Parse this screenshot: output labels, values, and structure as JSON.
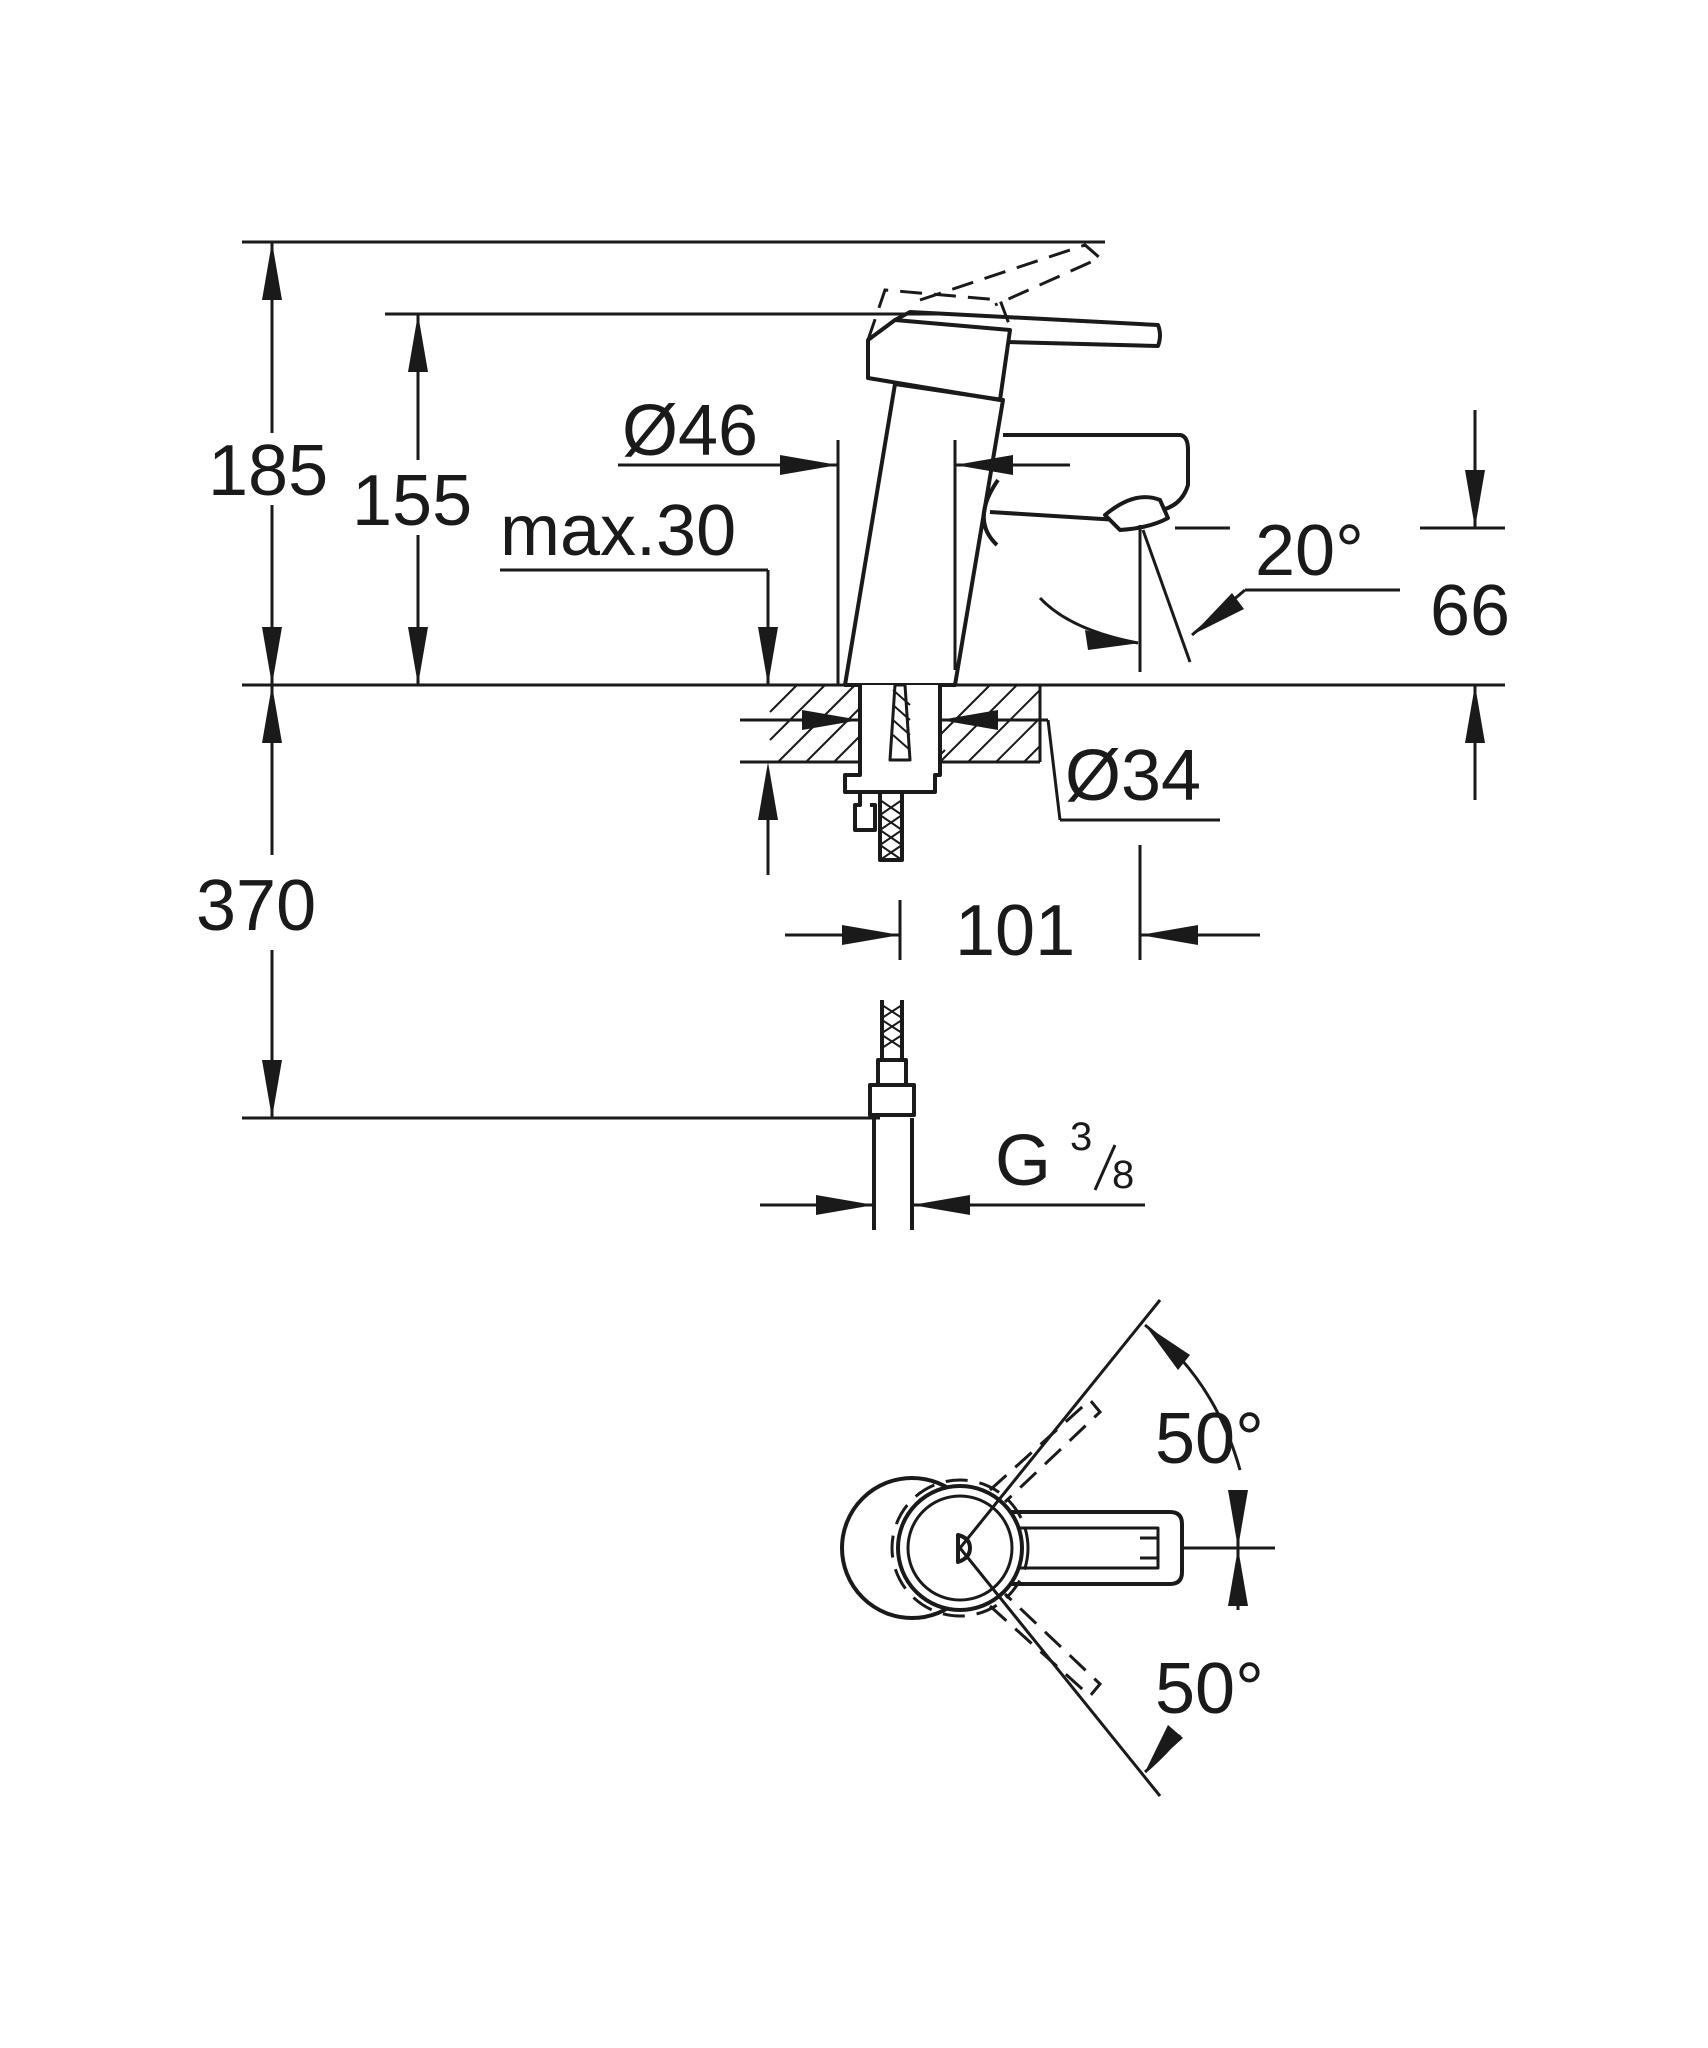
{
  "dimensions": {
    "total_height": "185",
    "spout_height": "155",
    "max_thickness": "max.30",
    "body_diameter": "Ø46",
    "handle_angle": "20°",
    "outlet_height": "66",
    "hole_diameter": "Ø34",
    "hose_length": "370",
    "projection": "101",
    "thread_prefix": "G",
    "thread_num": "3",
    "thread_den": "8",
    "swivel_upper": "50°",
    "swivel_lower": "50°"
  },
  "colors": {
    "line": "#1a1a1a",
    "background": "#ffffff"
  }
}
